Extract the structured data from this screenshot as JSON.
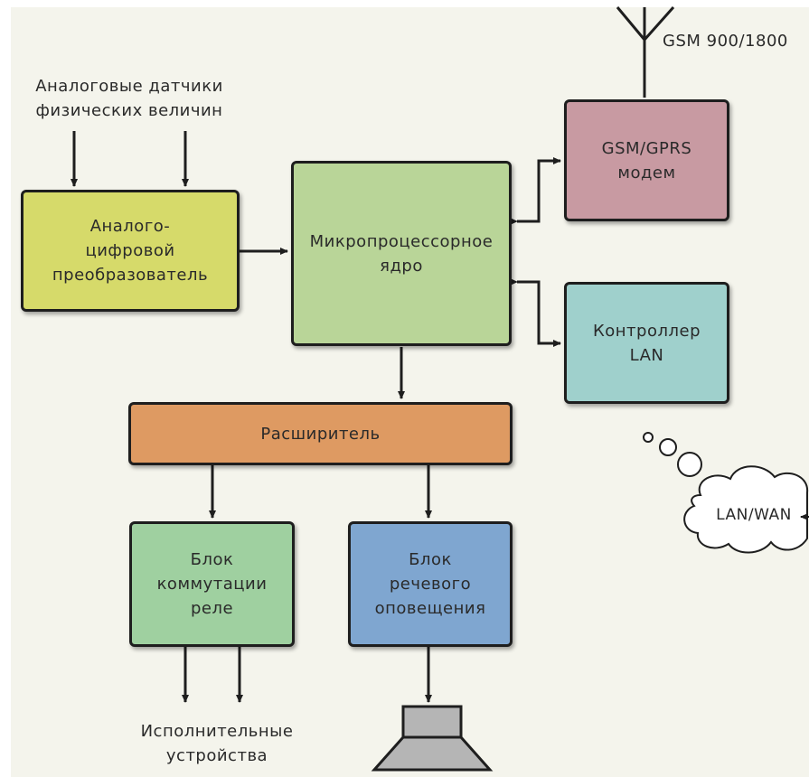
{
  "colors": {
    "adc": "#d6da6a",
    "cpu": "#b9d598",
    "modem": "#c89aa2",
    "lan": "#9fd0cc",
    "expander": "#de9a62",
    "relay": "#9fd0a0",
    "voice": "#7fa6d0",
    "line": "#1e1e1e"
  },
  "labels": {
    "sensors": [
      "Аналоговые датчики",
      "физических величин"
    ],
    "gsm_band": "GSM 900/1800",
    "actuators": [
      "Исполнительные",
      "устройства"
    ],
    "network": "LAN/WAN"
  },
  "blocks": {
    "adc": [
      "Аналого-",
      "цифровой",
      "преобразователь"
    ],
    "cpu": [
      "Микропроцессорное",
      "ядро"
    ],
    "modem": [
      "GSM/GPRS",
      "модем"
    ],
    "lan": [
      "Контроллер",
      "LAN"
    ],
    "expander": [
      "Расширитель"
    ],
    "relay": [
      "Блок",
      "коммутации",
      "реле"
    ],
    "voice": [
      "Блок",
      "речевого",
      "оповещения"
    ]
  },
  "icons": {
    "antenna": "antenna-icon",
    "speaker": "speaker-icon",
    "cloud": "cloud-icon"
  }
}
